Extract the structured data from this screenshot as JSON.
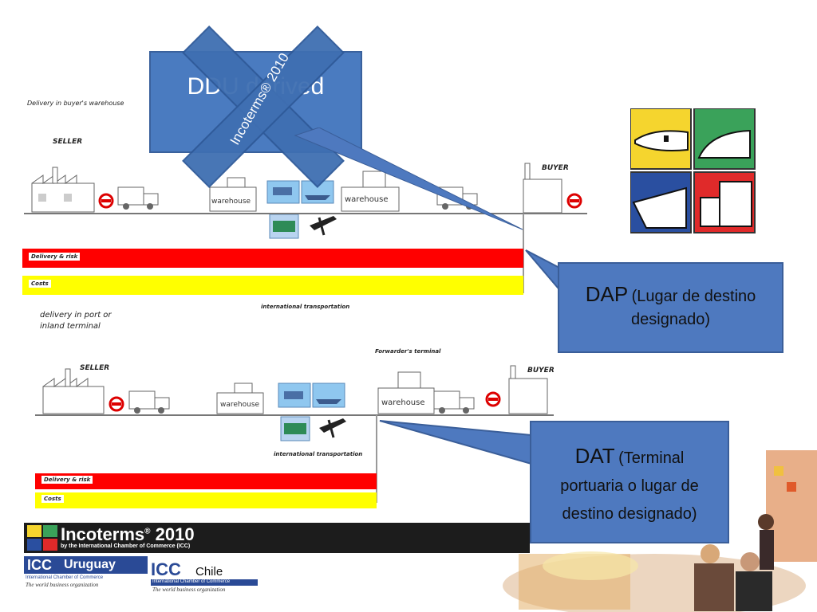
{
  "slide": {
    "title_box": "DDU derived",
    "stamp_text": "Incoterms® 2010"
  },
  "top_diagram": {
    "caption": "Delivery in buyer's warehouse",
    "seller": "SELLER",
    "buyer": "BUYER",
    "warehouse_1": "warehouse",
    "warehouse_2": "warehouse",
    "bar_risk": "Delivery & risk",
    "bar_costs": "Costs",
    "transport_label": "international transportation"
  },
  "bottom_diagram": {
    "caption_line1": "delivery in port or",
    "caption_line2": "inland terminal",
    "seller": "SELLER",
    "buyer": "BUYER",
    "forwarder": "Forwarder's terminal",
    "warehouse_1": "warehouse",
    "warehouse_2": "warehouse",
    "transport_label": "international transportation",
    "bar_risk": "Delivery & risk",
    "bar_costs": "Costs"
  },
  "callout_dap": {
    "term": "DAP",
    "desc_a": "(Lugar de destino",
    "desc_b": "designado)"
  },
  "callout_dat": {
    "term": "DAT",
    "desc_a": "(Terminal",
    "desc_b": "portuaria o lugar de",
    "desc_c": "destino designado)"
  },
  "footer": {
    "banner_title": "Incoterms",
    "banner_year": "2010",
    "banner_sub": "by the International Chamber of Commerce (ICC)",
    "uruguay_name": "Uruguay",
    "uruguay_sub1": "International Chamber of Commerce",
    "uruguay_sub2": "The world business organization",
    "chile_name": "Chile",
    "chile_sub1": "International Chamber of Commerce",
    "chile_sub2": "The world business organization",
    "icc": "ICC"
  },
  "colors": {
    "risk": "#ff0000",
    "costs": "#ffff00",
    "callout": "#4e79bf",
    "banner": "#1c1c1c"
  }
}
